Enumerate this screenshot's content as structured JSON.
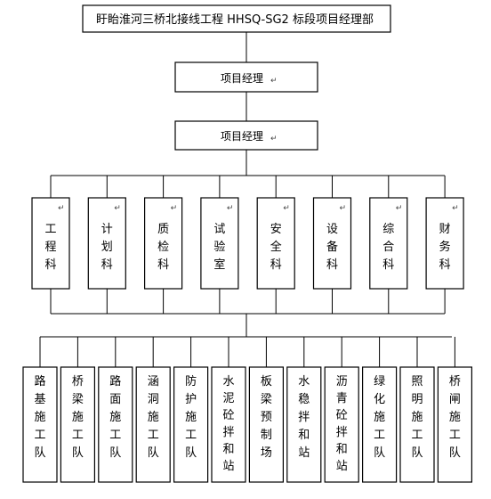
{
  "org_chart": {
    "top": {
      "label": "盱眙淮河三桥北接线工程 HHSQ-SG2 标段项目经理部"
    },
    "level2": {
      "label": "项目经理"
    },
    "level3": {
      "label": "项目经理"
    },
    "departments": [
      {
        "label": "工程科"
      },
      {
        "label": "计划科"
      },
      {
        "label": "质检科"
      },
      {
        "label": "试验室"
      },
      {
        "label": "安全科"
      },
      {
        "label": "设备科"
      },
      {
        "label": "综合科"
      },
      {
        "label": "财务科"
      }
    ],
    "teams": [
      {
        "label": "路基施工队"
      },
      {
        "label": "桥梁施工队"
      },
      {
        "label": "路面施工队"
      },
      {
        "label": "涵洞施工队"
      },
      {
        "label": "防护施工队"
      },
      {
        "label": "水泥砼拌和站"
      },
      {
        "label": "板梁预制场"
      },
      {
        "label": "水稳拌和站"
      },
      {
        "label": "沥青砼拌和站"
      },
      {
        "label": "绿化施工队"
      },
      {
        "label": "照明施工队"
      },
      {
        "label": "桥闸施工队"
      }
    ],
    "paragraph_mark": "↵"
  }
}
